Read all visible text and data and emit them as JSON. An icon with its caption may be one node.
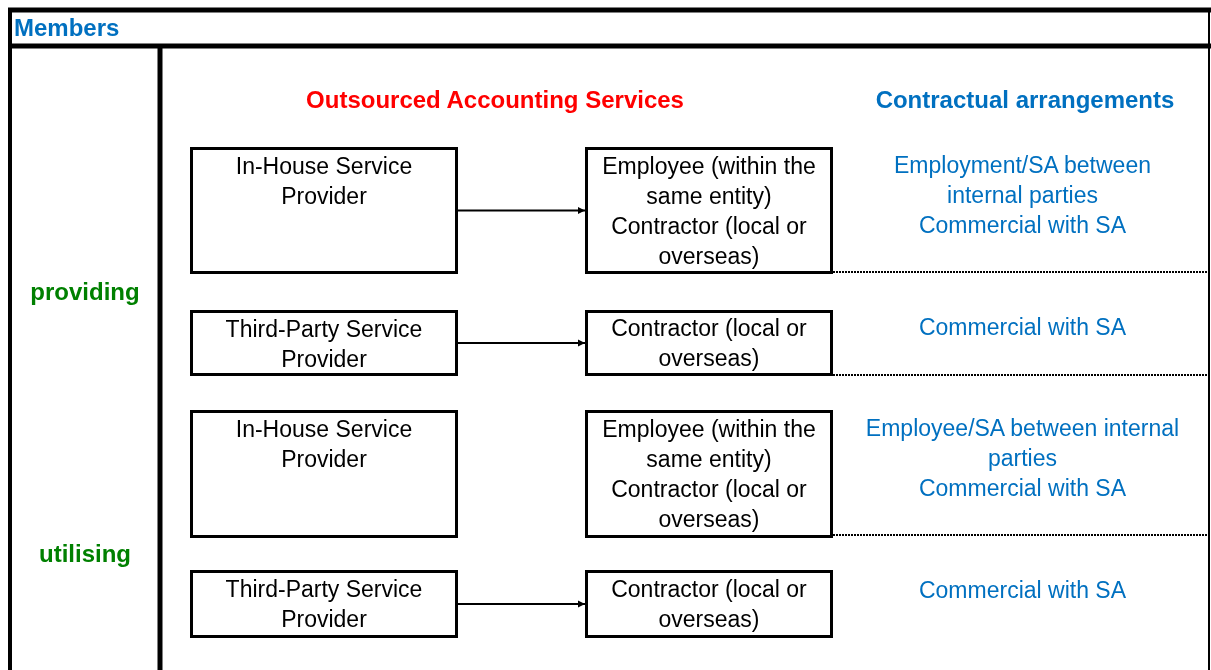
{
  "diagram": {
    "nodes": [
      {
        "text": [
          "In-House Service Provider"
        ]
      },
      {
        "text": [
          "Employee (within the same entity)",
          "Contractor (local or overseas)"
        ]
      },
      {
        "text": [
          "Third-Party Service Provider"
        ]
      },
      {
        "text": [
          "Contractor (local or overseas)"
        ]
      },
      {
        "text": [
          "In-House Service Provider"
        ]
      },
      {
        "text": [
          "Employee (within the same entity)",
          "Contractor (local or overseas)"
        ]
      },
      {
        "text": [
          "Third-Party Service Provider"
        ]
      },
      {
        "text": [
          "Contractor (local or overseas)"
        ]
      }
    ],
    "edges": [
      {
        "from": 0,
        "to": 1,
        "arrow": "to"
      },
      {
        "from": 2,
        "to": 3,
        "arrow": "to"
      },
      {
        "from": 6,
        "to": 7,
        "arrow": "to"
      }
    ],
    "labels": [
      "Members",
      "Outsourced Accounting Services",
      "Contractual arrangements",
      "Employment/SA between internal parties",
      "Commercial with SA",
      "providing",
      "Commercial with SA",
      "Employee/SA between internal parties",
      "Commercial with SA",
      "utilising",
      "Commercial with SA"
    ]
  }
}
